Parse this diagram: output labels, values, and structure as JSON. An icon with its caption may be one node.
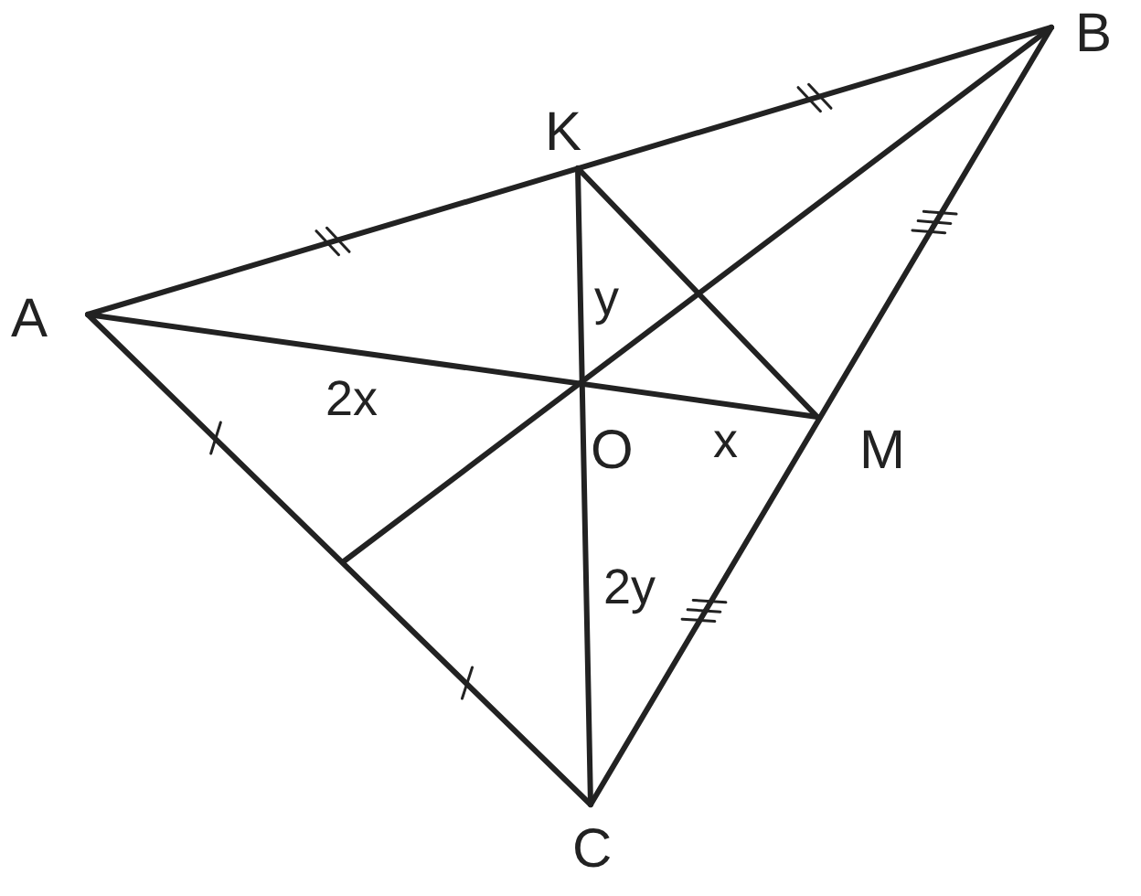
{
  "diagram": {
    "labels": [
      "B",
      "K",
      "A",
      "y",
      "2x",
      "O",
      "x",
      "M",
      "2y",
      "C"
    ]
  }
}
